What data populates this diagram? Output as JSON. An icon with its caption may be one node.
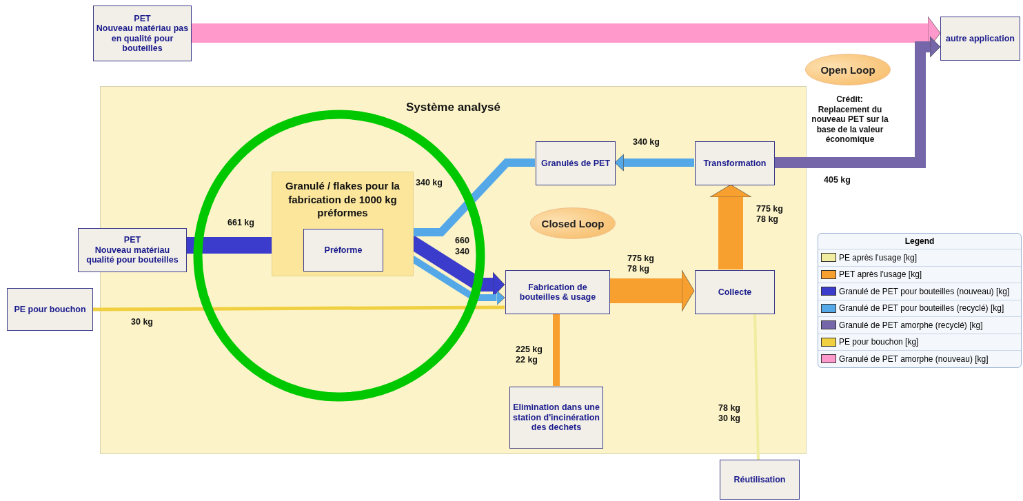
{
  "diagram": {
    "nodes": [
      {
        "text": [
          "PET",
          "Nouveau matériau pas en qualité pour bouteilles"
        ]
      },
      {
        "text": [
          "autre application"
        ]
      },
      {
        "text": [
          "Système analysé"
        ]
      },
      {
        "text": [
          "Granulé / flakes pour la fabrication de 1000 kg préformes"
        ],
        "in": 2
      },
      {
        "text": [
          "PET",
          "Nouveau matériau qualité pour bouteilles"
        ],
        "in": 2
      },
      {
        "text": [
          "Préforme"
        ],
        "in": 3
      },
      {
        "text": [
          "Granulés de PET"
        ],
        "in": 2
      },
      {
        "text": [
          "Transformation"
        ],
        "in": 2
      },
      {
        "text": [
          "Fabrication de bouteilles & usage"
        ],
        "in": 2
      },
      {
        "text": [
          "Collecte"
        ],
        "in": 2
      },
      {
        "text": [
          "Elimination dans une station d'incinération des dechets"
        ],
        "in": 2
      },
      {
        "text": [
          "PE pour bouchon"
        ]
      },
      {
        "text": [
          "Réutilisation"
        ]
      },
      {
        "text": [
          "Open Loop"
        ]
      },
      {
        "text": [
          "Closed Loop"
        ],
        "in": 2
      }
    ],
    "edges": [
      {
        "from": 0,
        "to": 1,
        "arrow": "to",
        "style": "thick",
        "color": "#ff99cc"
      },
      {
        "from": 4,
        "to": 5,
        "arrow": "to",
        "label": "661 kg",
        "style": "thick",
        "color": "#3b3bcc"
      },
      {
        "from": 7,
        "to": 6,
        "arrow": "to",
        "label": "340 kg",
        "color": "#55a8e8"
      },
      {
        "from": 6,
        "to": 5,
        "arrow": "to",
        "label": "340 kg",
        "color": "#55a8e8"
      },
      {
        "from": 5,
        "to": 8,
        "arrow": "to",
        "label": "660",
        "color": "#3b3bcc"
      },
      {
        "from": 5,
        "to": 8,
        "arrow": "to",
        "label": "340",
        "color": "#55a8e8"
      },
      {
        "from": 11,
        "to": 8,
        "arrow": "none",
        "label": "30 kg",
        "color": "#f0d040"
      },
      {
        "from": 8,
        "to": 9,
        "arrow": "to",
        "label": "775 kg 78 kg",
        "style": "thick",
        "color": "#f7a030"
      },
      {
        "from": 8,
        "to": 10,
        "arrow": "none",
        "label": "225 kg 22 kg",
        "color": "#f7a030"
      },
      {
        "from": 9,
        "to": 7,
        "arrow": "to",
        "label": "775 kg 78 kg",
        "style": "thick",
        "color": "#f7a030"
      },
      {
        "from": 9,
        "to": 12,
        "arrow": "none",
        "label": "78 kg 30 kg",
        "color": "#f0eca0"
      },
      {
        "from": 7,
        "to": 1,
        "arrow": "to",
        "label": "405 kg",
        "color": "#7466a8"
      }
    ],
    "labels": [
      "Crédit:",
      "Replacement du nouveau PET sur la base de la valeur économique",
      "Legend"
    ],
    "legend": [
      {
        "text": "PE après l'usage [kg]",
        "color": "#f0eca0"
      },
      {
        "text": "PET après l'usage [kg]",
        "color": "#f7a030"
      },
      {
        "text": "Granulé de PET pour bouteilles (nouveau) [kg]",
        "color": "#3b3bcc"
      },
      {
        "text": "Granulé de PET pour bouteilles (recyclé) [kg]",
        "color": "#55a8e8"
      },
      {
        "text": "Granulé de PET amorphe (recyclé) [kg]",
        "color": "#7466a8"
      },
      {
        "text": "PE pour bouchon [kg]",
        "color": "#f0d040"
      },
      {
        "text": "Granulé de PET amorphe (nouveau) [kg]",
        "color": "#ff99cc"
      }
    ]
  }
}
